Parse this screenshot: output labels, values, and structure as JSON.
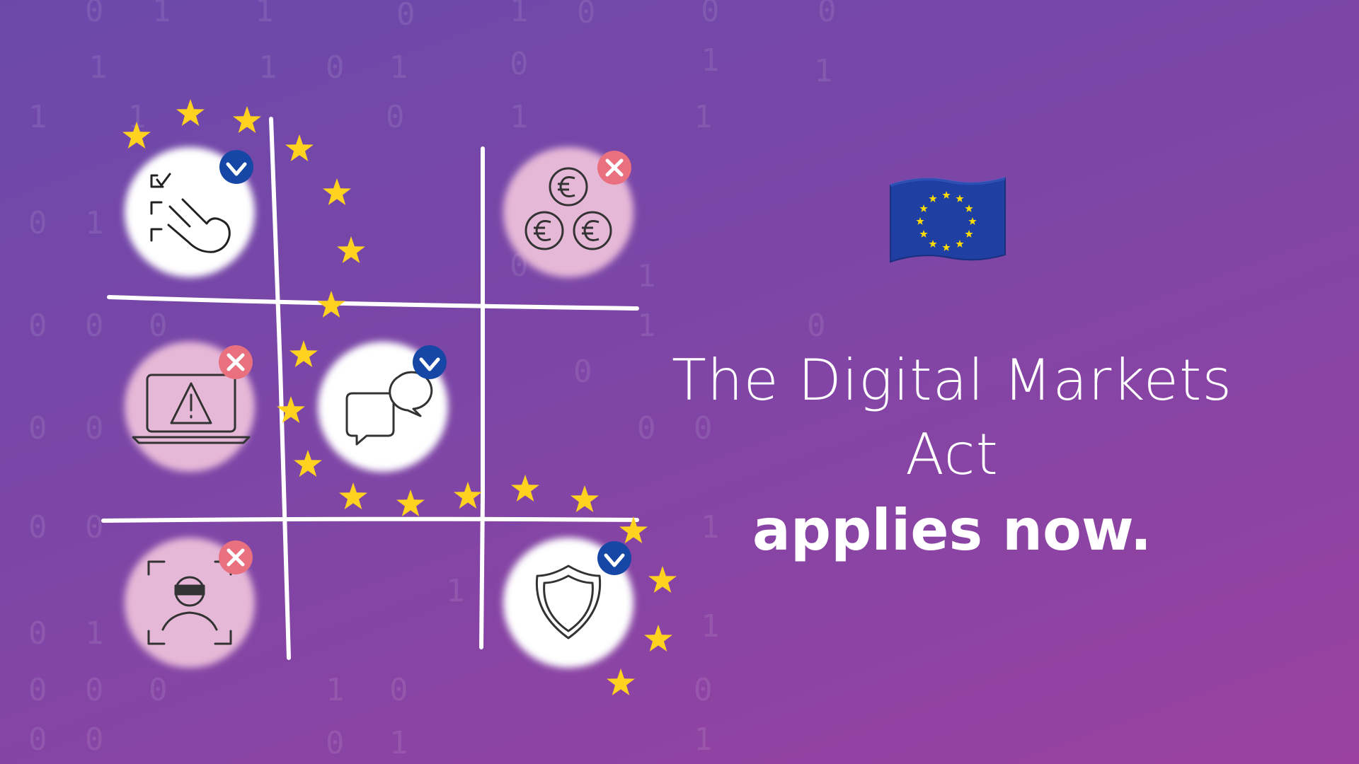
{
  "colors": {
    "background_top": "#6b49ab",
    "background_bottom": "#9a41a0",
    "grid_lines": "#ffffff",
    "star": "#ffd21f",
    "check_badge": "#1747a6",
    "cross_badge": "#e8707f",
    "circle_approved": "#ffffff",
    "circle_rejected": "#e6b8d7",
    "eu_flag": "#1f3fa3"
  },
  "headline": {
    "line1": "The Digital Markets Act",
    "line2": "applies now."
  },
  "grid": [
    {
      "cell": "top-left",
      "icon": "choice-hand-icon",
      "badge": "check"
    },
    {
      "cell": "top-right",
      "icon": "euro-coins-icon",
      "badge": "cross"
    },
    {
      "cell": "middle-left",
      "icon": "laptop-warning-icon",
      "badge": "cross"
    },
    {
      "cell": "middle-center",
      "icon": "chat-bubbles-icon",
      "badge": "check"
    },
    {
      "cell": "bottom-left",
      "icon": "masked-user-icon",
      "badge": "cross"
    },
    {
      "cell": "bottom-right",
      "icon": "shield-icon",
      "badge": "check"
    }
  ],
  "flag": {
    "icon": "eu-flag-icon"
  }
}
